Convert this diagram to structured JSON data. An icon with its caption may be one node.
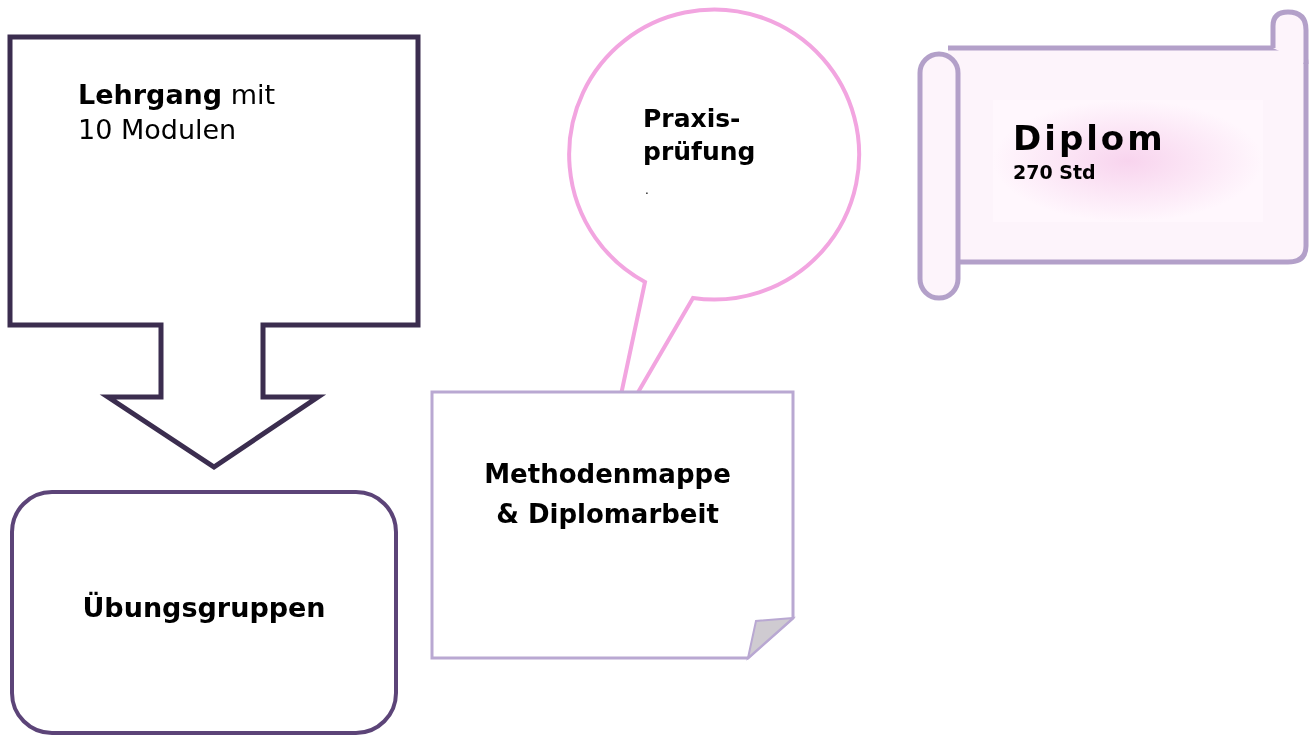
{
  "diagram": {
    "nodes": [
      {
        "text": [
          "**Lehrgang** mit 10 Modulen"
        ]
      },
      {
        "text": [
          "Übungsgruppen"
        ]
      },
      {
        "text": [
          "Praxis- prüfung",
          "."
        ]
      },
      {
        "text": [
          "Methodenmappe & Diplomarbeit"
        ]
      },
      {
        "text": [
          "Diplom",
          "270 Std"
        ]
      }
    ]
  }
}
